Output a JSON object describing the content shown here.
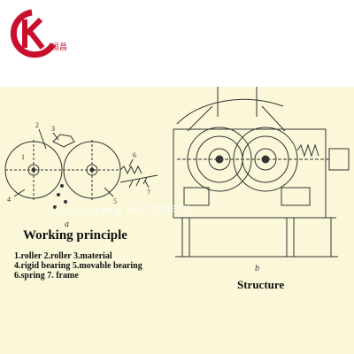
{
  "logo": {
    "name": "kc-logo",
    "chinese_text": "恒昌"
  },
  "diagram_a": {
    "sub_label": "a",
    "title": "Working principle",
    "legend_lines": [
      "1.roller  2.roller  3.material",
      "4.rigid bearing  5.movable bearing",
      "6.spring  7. frame"
    ],
    "part_numbers": [
      "1",
      "2",
      "3",
      "4",
      "5",
      "6",
      "7"
    ]
  },
  "diagram_b": {
    "sub_label": "b",
    "title": "Structure"
  },
  "watermark": "hengchang machinery",
  "colors": {
    "panel": "#fbf7d9",
    "logo_red": "#c8102e",
    "line": "#333333"
  }
}
